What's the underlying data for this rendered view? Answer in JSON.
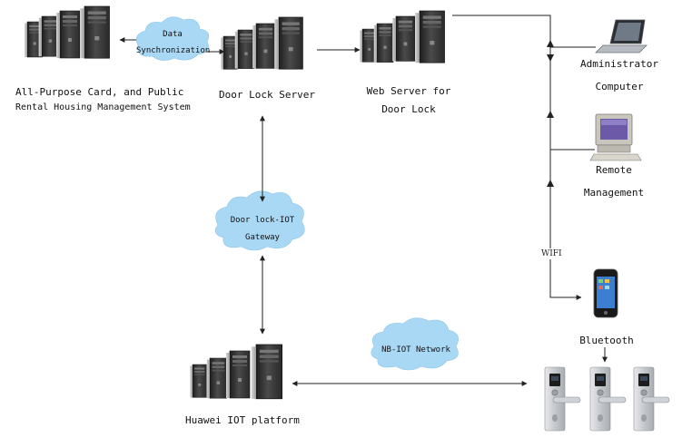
{
  "nodes": {
    "card_system": {
      "line1": "All-Purpose Card, and Public",
      "line2": "Rental Housing Management System"
    },
    "door_lock_server": {
      "label": "Door Lock Server"
    },
    "web_server": {
      "line1": "Web Server for",
      "line2": "Door Lock"
    },
    "admin_computer": {
      "line1": "Administrator",
      "line2": "Computer"
    },
    "remote_management": {
      "line1": "Remote",
      "line2": "Management"
    },
    "bluetooth": {
      "label": "Bluetooth"
    },
    "huawei_iot": {
      "label": "Huawei IOT platform"
    }
  },
  "clouds": {
    "data_sync": {
      "line1": "Data",
      "line2": "Synchronization"
    },
    "gateway": {
      "line1": "Door lock-IOT",
      "line2": "Gateway"
    },
    "nbiot": {
      "label": "NB-IOT Network"
    }
  },
  "edge_labels": {
    "wifi": "WIFI"
  },
  "colors": {
    "cloud": "#a9d8f5",
    "tower": "#3d3d3d",
    "line": "#222222",
    "lock": "#c8ccd0"
  }
}
